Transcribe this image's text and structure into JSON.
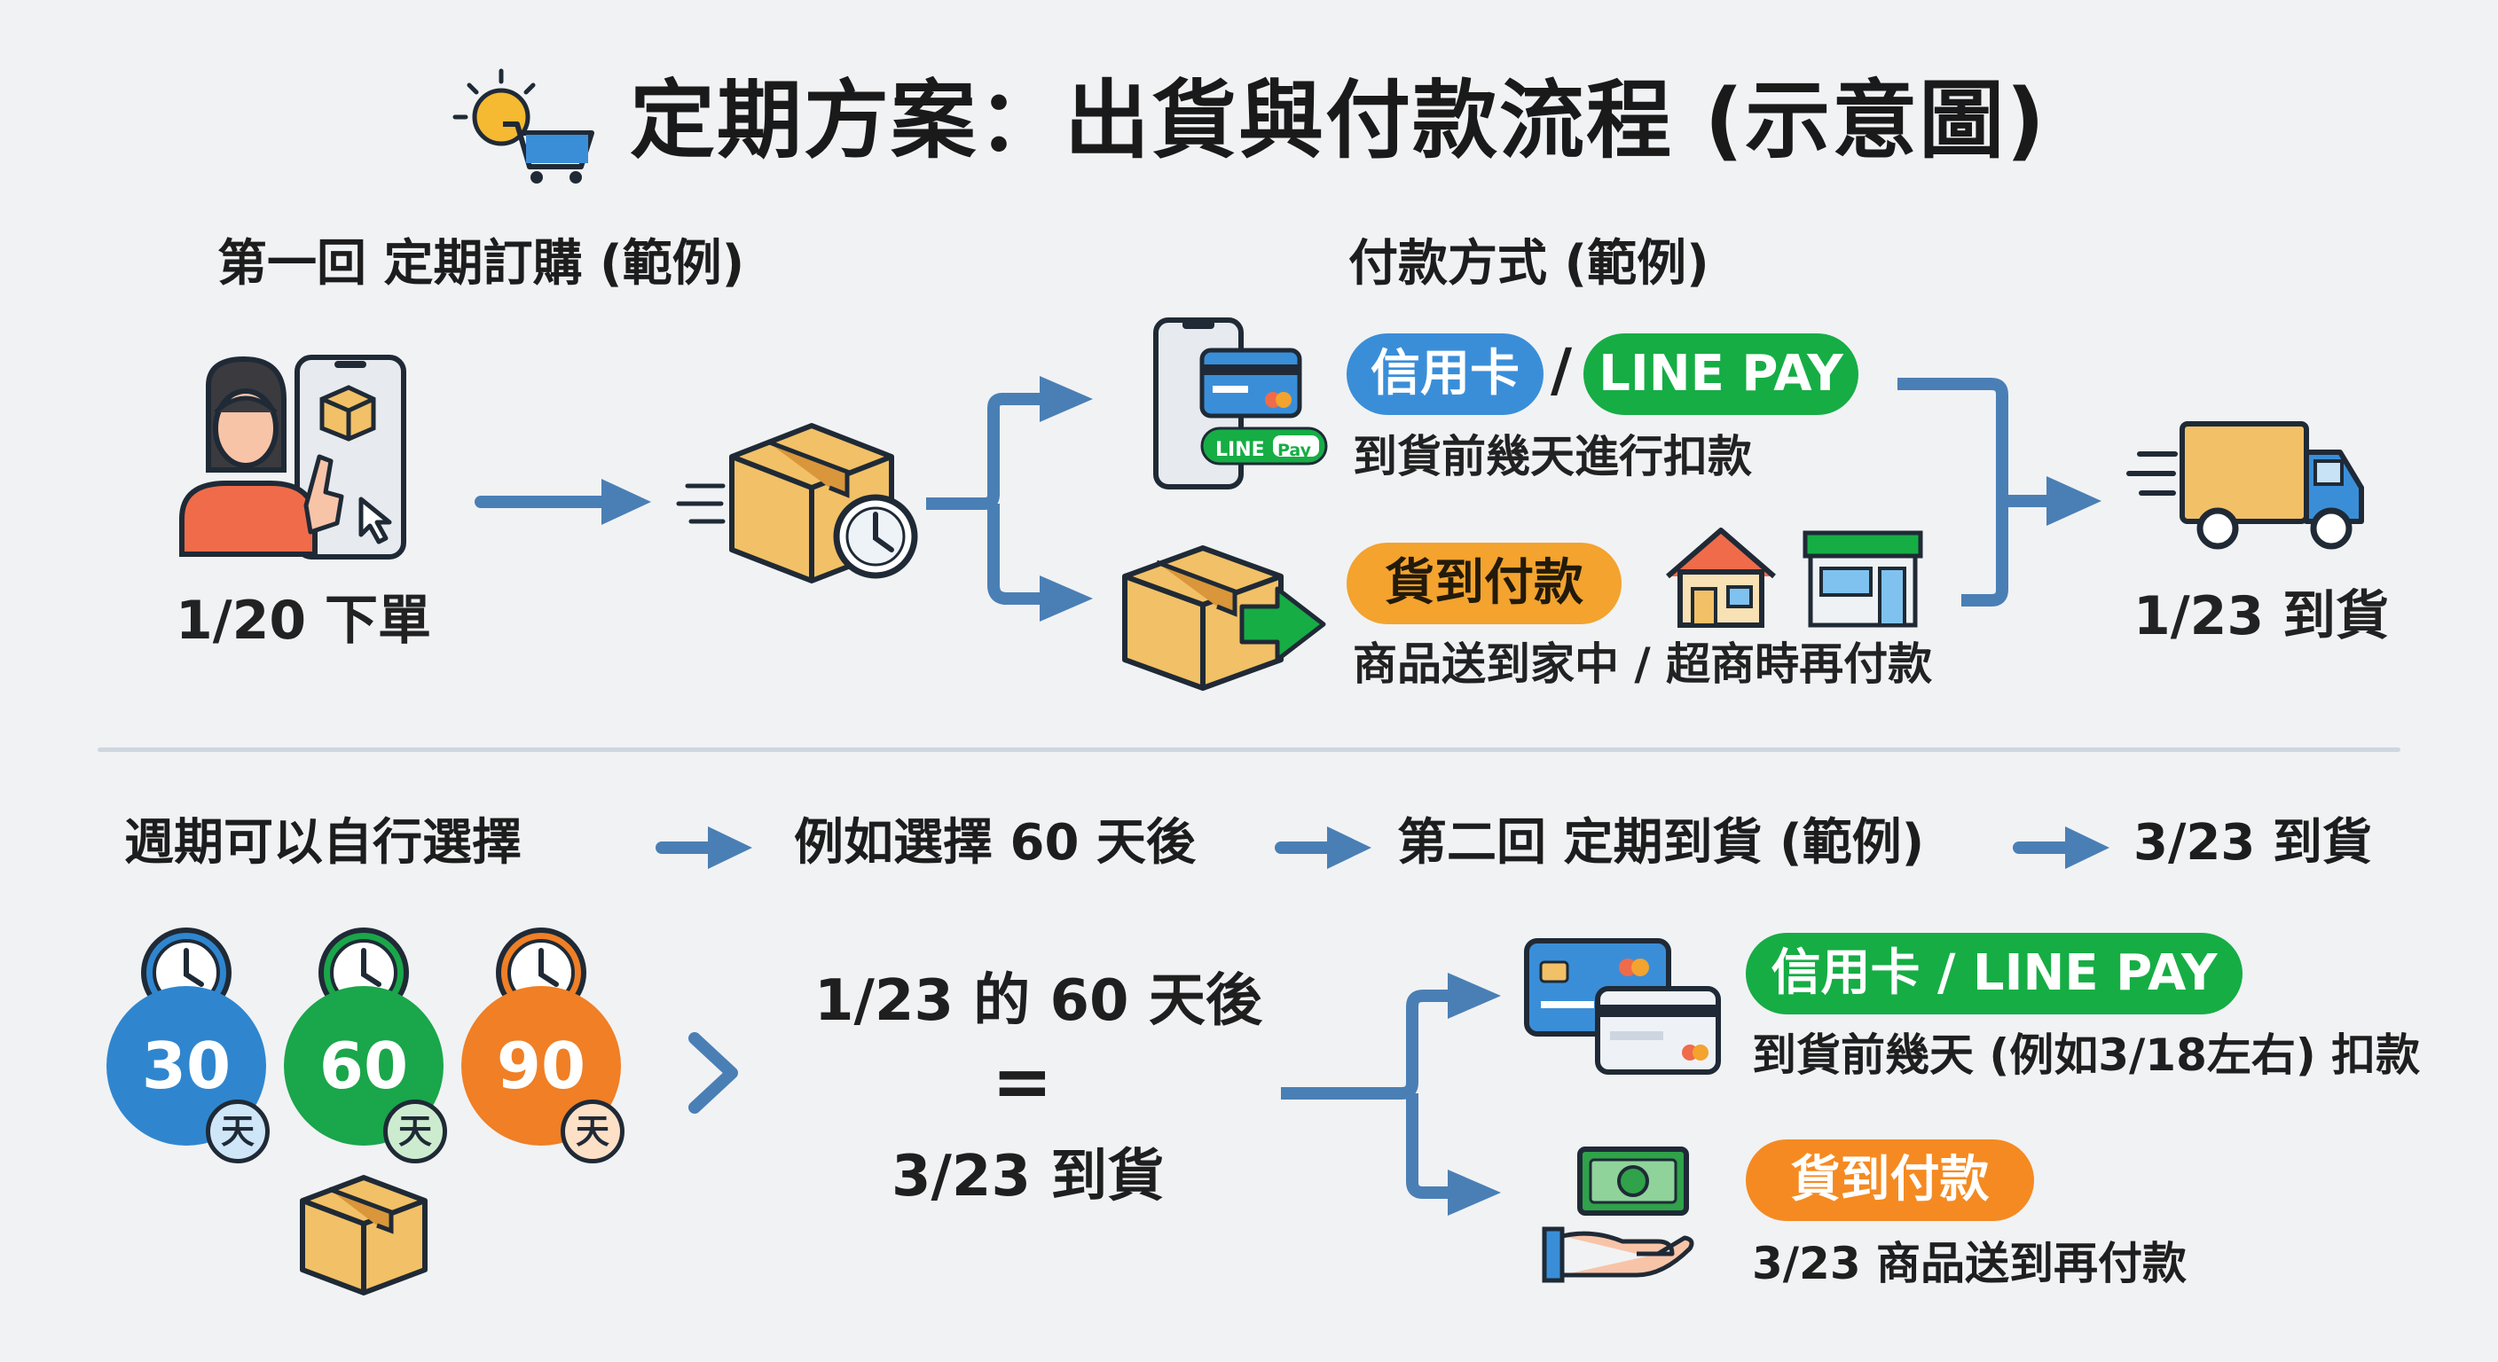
{
  "title": "定期方案：出貨與付款流程 (示意圖)",
  "top": {
    "first_order_heading": "第一回 定期訂購 (範例)",
    "payment_heading": "付款方式 (範例)",
    "order_date": "1/20 下單",
    "credit_card_label": "信用卡",
    "slash": "/",
    "linepay_label": "LINE PAY",
    "linepay_small_label": "LINE",
    "linepay_small_pay": "Pay",
    "prepay_desc": "到貨前幾天進行扣款",
    "cod_label": "貨到付款",
    "cod_desc": "商品送到家中 / 超商時再付款",
    "arrival": "1/23 到貨"
  },
  "bottom": {
    "step1": "週期可以自行選擇",
    "step2": "例如選擇 60 天後",
    "step3": "第二回 定期到貨 (範例)",
    "step4": "3/23 到貨",
    "cycles": [
      {
        "value": "30",
        "unit": "天",
        "color": "#2f86cf",
        "badge_bg": "#cfe6f8"
      },
      {
        "value": "60",
        "unit": "天",
        "color": "#1aa64a",
        "badge_bg": "#cdeccf"
      },
      {
        "value": "90",
        "unit": "天",
        "color": "#f07f25",
        "badge_bg": "#fde0c6"
      }
    ],
    "calc_line1": "1/23 的 60 天後",
    "calc_eq": "=",
    "calc_line3": "3/23 到貨",
    "card_pill": "信用卡 / LINE PAY",
    "card_desc": "到貨前幾天 (例如3/18左右) 扣款",
    "cod_pill": "貨到付款",
    "cod_desc": "3/23 商品送到再付款"
  },
  "colors": {
    "arrow": "#4a7fb5",
    "box": "#f2c066",
    "box_dark": "#d9963a",
    "outline": "#1f2a36"
  }
}
